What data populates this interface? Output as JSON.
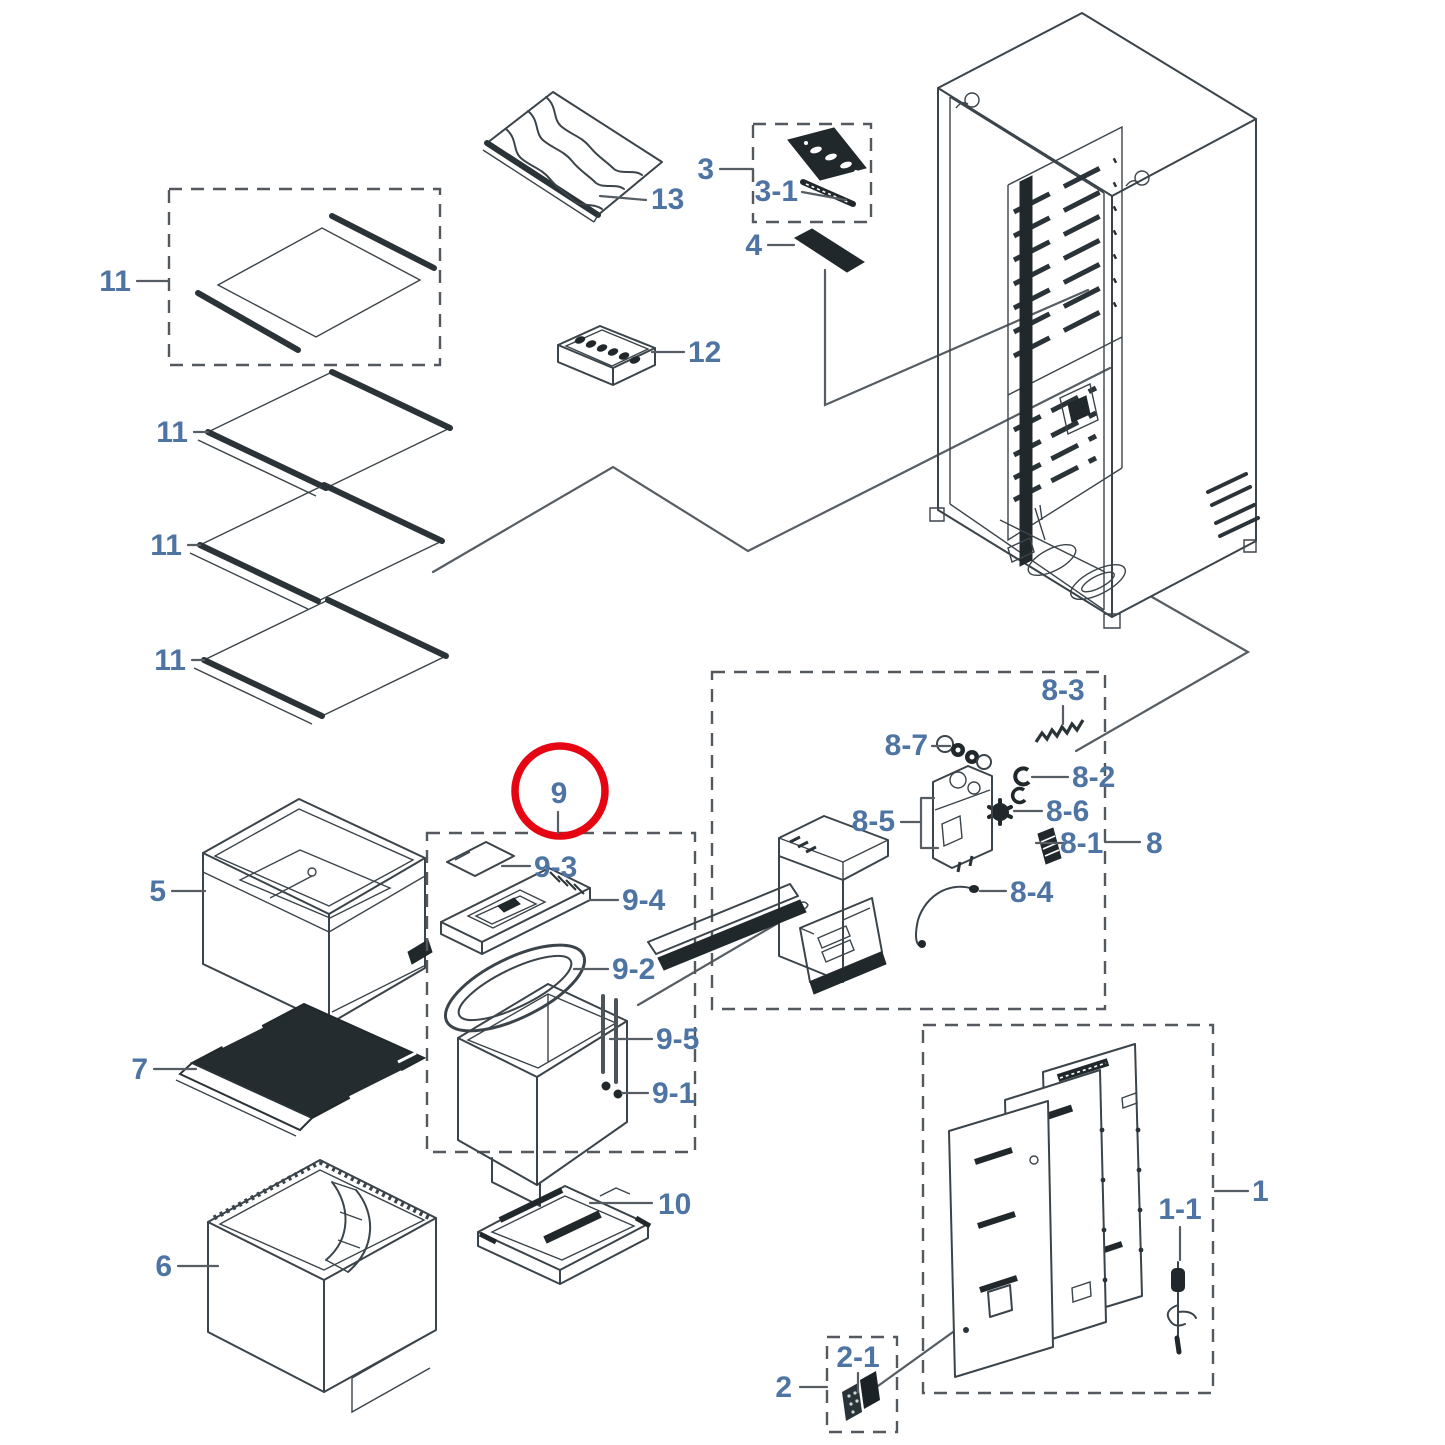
{
  "diagram": {
    "type": "exploded-parts-diagram",
    "subject": "refrigerator cabinet and interior parts",
    "highlighted_part": "9",
    "colors": {
      "background": "#ffffff",
      "line_art": "#3b444a",
      "label_text": "#4e74a3",
      "leader_line": "#565d63",
      "dashed_box": "#53595e",
      "highlight_circle": "#e60613",
      "dark_part_fill": "#20282c"
    },
    "labels": {
      "p1": "1",
      "p1_1": "1-1",
      "p2": "2",
      "p2_1": "2-1",
      "p3": "3",
      "p3_1": "3-1",
      "p4": "4",
      "p5": "5",
      "p6": "6",
      "p7": "7",
      "p8": "8",
      "p8_1": "8-1",
      "p8_2": "8-2",
      "p8_3": "8-3",
      "p8_4": "8-4",
      "p8_5": "8-5",
      "p8_6": "8-6",
      "p8_7": "8-7",
      "p9": "9",
      "p9_1": "9-1",
      "p9_2": "9-2",
      "p9_3": "9-3",
      "p9_4": "9-4",
      "p9_5": "9-5",
      "p10": "10",
      "p11": "11",
      "p12": "12",
      "p13": "13"
    }
  }
}
